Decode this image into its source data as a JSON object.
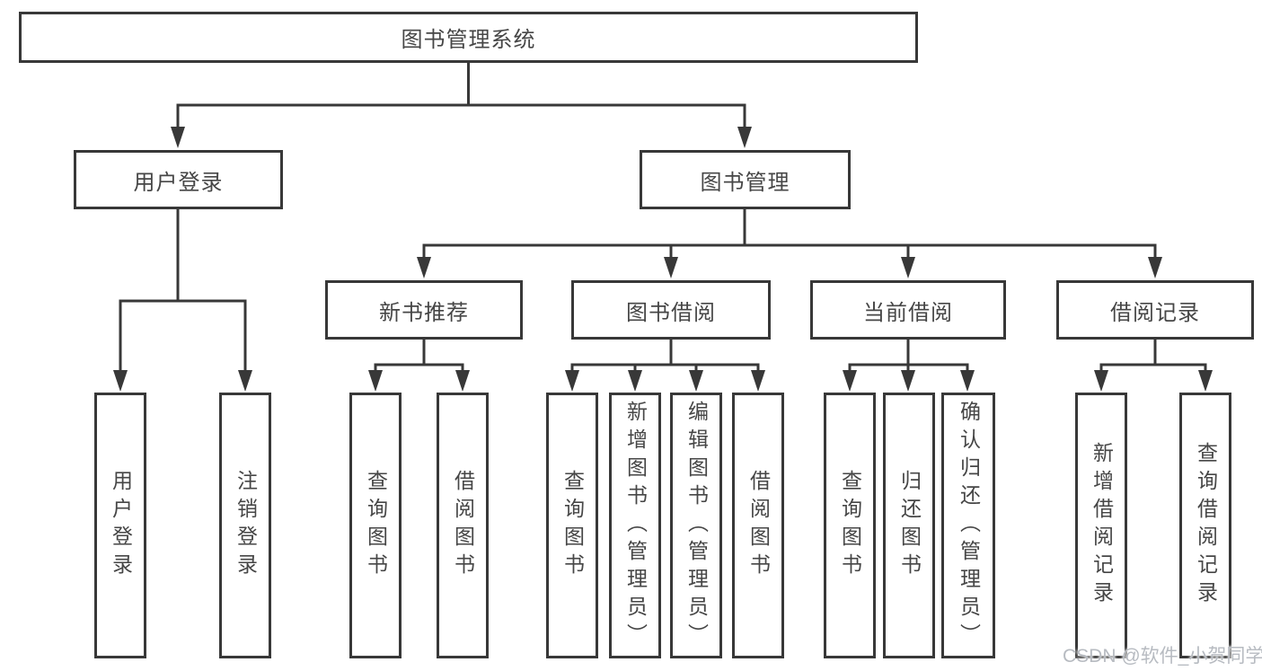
{
  "root": {
    "label": "图书管理系统"
  },
  "branches": [
    {
      "label": "用户登录"
    },
    {
      "label": "图书管理"
    }
  ],
  "modules": [
    {
      "label": "新书推荐"
    },
    {
      "label": "图书借阅"
    },
    {
      "label": "当前借阅"
    },
    {
      "label": "借阅记录"
    }
  ],
  "functions": [
    {
      "label": "用户登录"
    },
    {
      "label": "注销登录"
    },
    {
      "label": "查询图书"
    },
    {
      "label": "借阅图书"
    },
    {
      "label": "查询图书"
    },
    {
      "label": "新增图书（管理员）"
    },
    {
      "label": "编辑图书（管理员）"
    },
    {
      "label": "借阅图书"
    },
    {
      "label": "查询图书"
    },
    {
      "label": "归还图书"
    },
    {
      "label": "确认归还（管理员）"
    },
    {
      "label": "新增借阅记录"
    },
    {
      "label": "查询借阅记录"
    }
  ],
  "watermark": "CSDN @软件_小贺同学",
  "colors": {
    "line": "#383838",
    "text": "#464646",
    "watermark": "#b7bbc1",
    "background": "#ffffff"
  }
}
